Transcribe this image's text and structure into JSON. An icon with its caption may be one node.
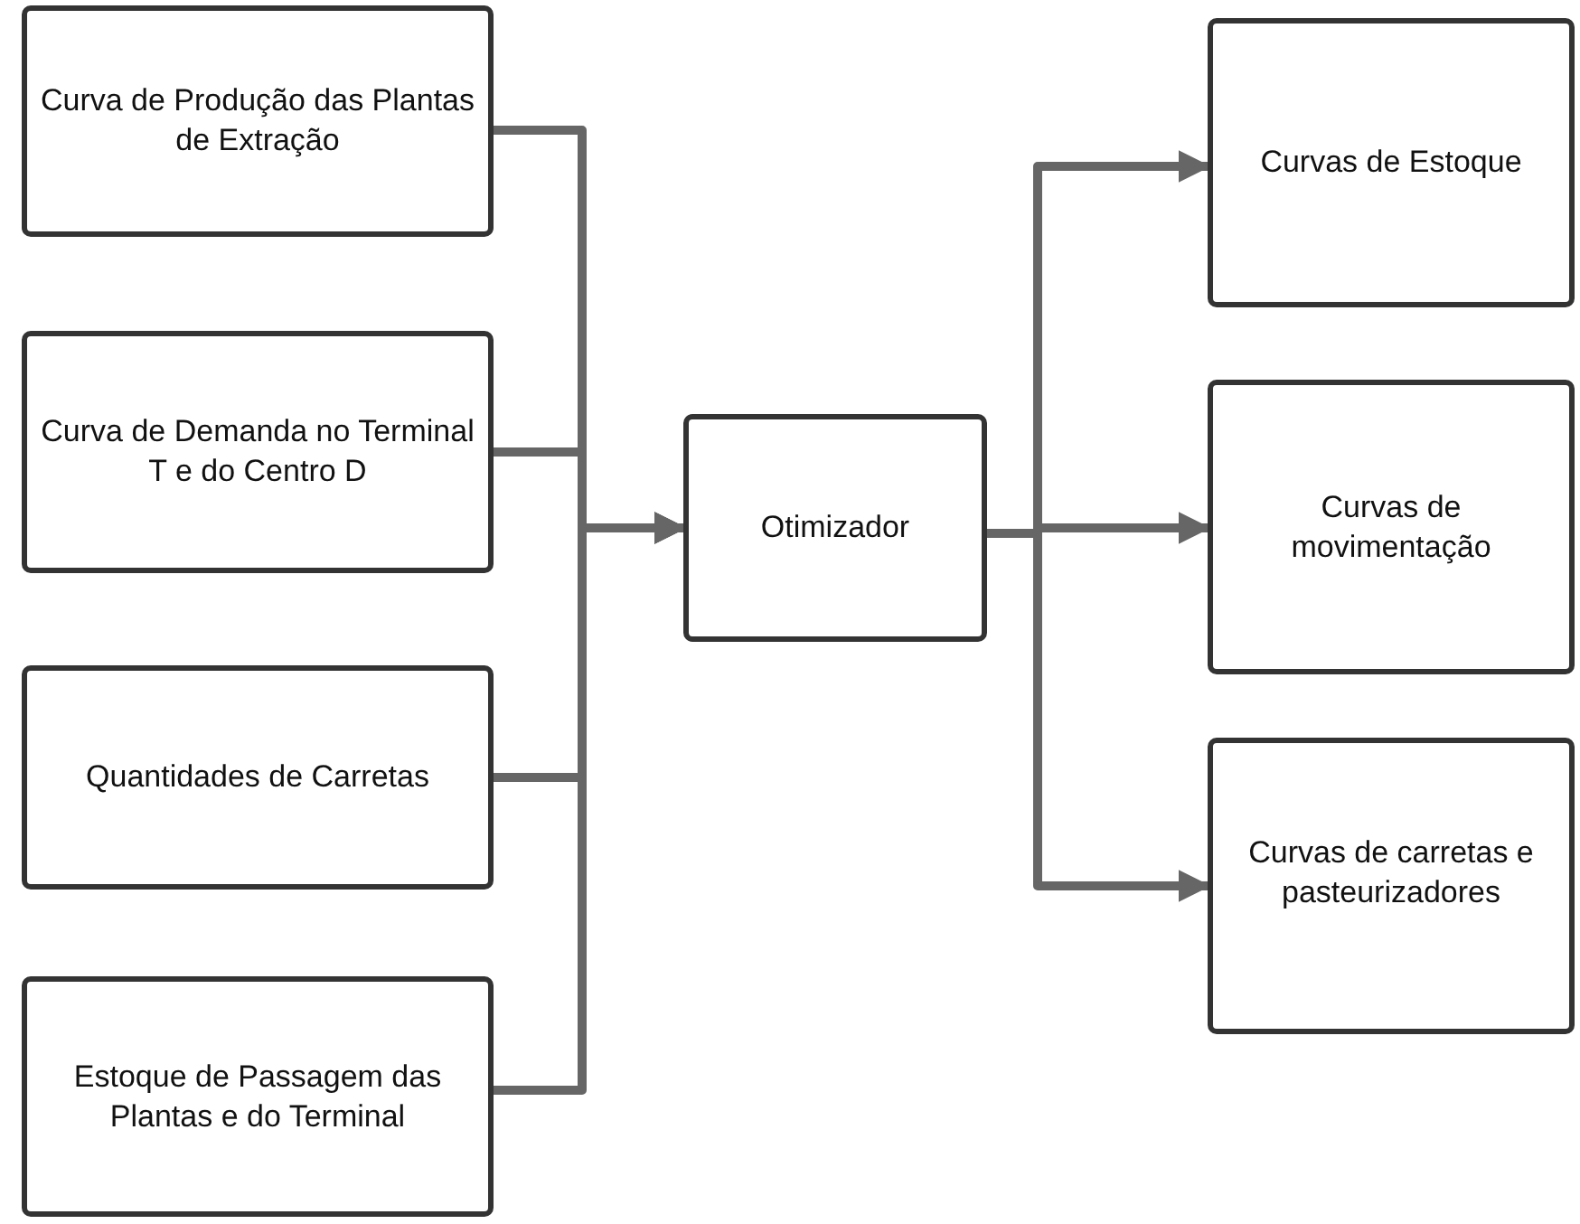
{
  "diagram": {
    "nodes": [
      {
        "text": [
          "Curva de Produção das Plantas de Extração"
        ]
      },
      {
        "text": [
          "Curva de Demanda no Terminal T e do Centro D"
        ]
      },
      {
        "text": [
          "Quantidades de Carretas"
        ]
      },
      {
        "text": [
          "Estoque de Passagem das Plantas e do Terminal"
        ]
      },
      {
        "text": [
          "Otimizador"
        ]
      },
      {
        "text": [
          "Curvas de Estoque"
        ]
      },
      {
        "text": [
          "Curvas de movimentação"
        ]
      },
      {
        "text": [
          "Curvas de carretas e pasteurizadores"
        ]
      }
    ],
    "edges": [
      {
        "from": 0,
        "to": 4,
        "arrow": "to"
      },
      {
        "from": 1,
        "to": 4,
        "arrow": "to"
      },
      {
        "from": 2,
        "to": 4,
        "arrow": "to"
      },
      {
        "from": 3,
        "to": 4,
        "arrow": "to"
      },
      {
        "from": 4,
        "to": 5,
        "arrow": "to"
      },
      {
        "from": 4,
        "to": 6,
        "arrow": "to"
      },
      {
        "from": 4,
        "to": 7,
        "arrow": "to"
      }
    ]
  }
}
